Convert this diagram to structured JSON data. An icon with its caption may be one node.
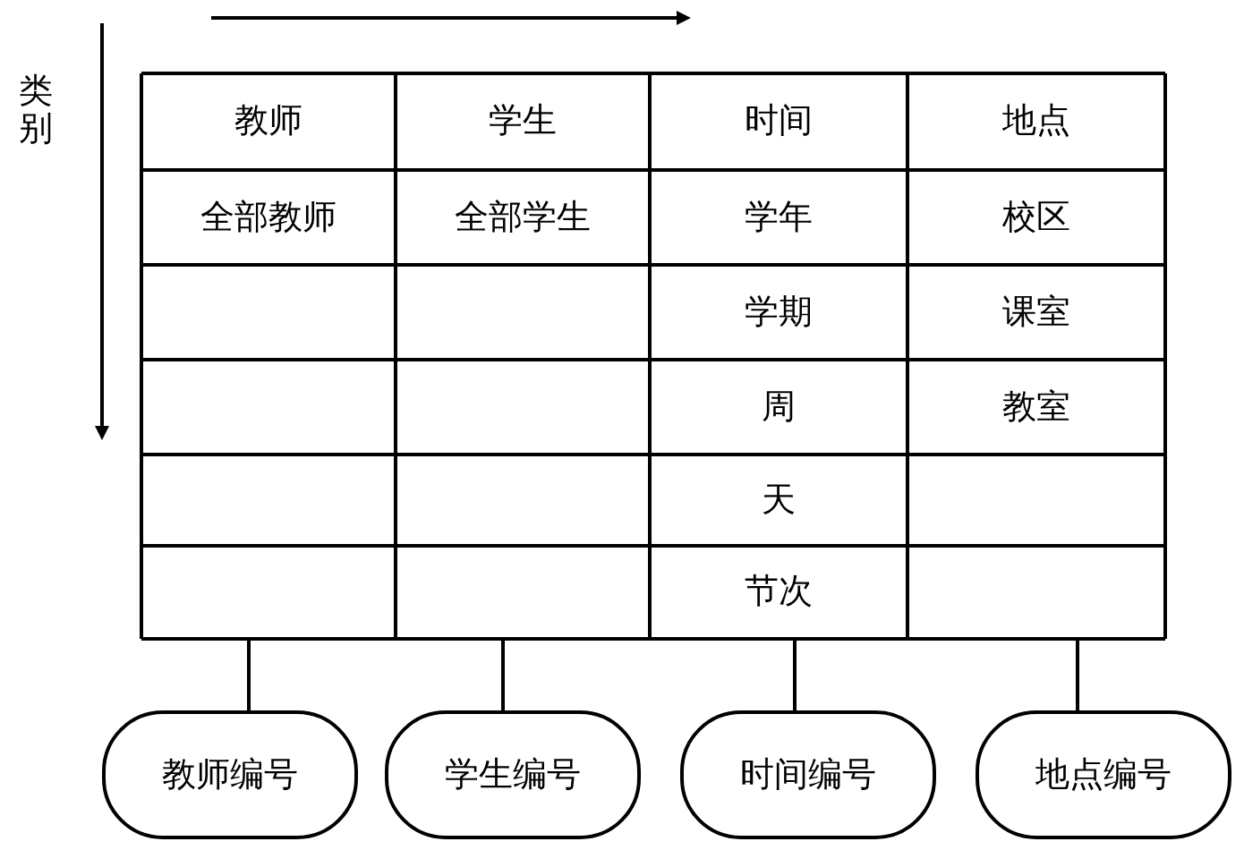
{
  "diagram": {
    "nodes": [
      {
        "text": [
          "教师编号"
        ]
      },
      {
        "text": [
          "学生编号"
        ]
      },
      {
        "text": [
          "时间编号"
        ]
      },
      {
        "text": [
          "地点编号"
        ]
      }
    ],
    "edges": [
      {
        "from": null,
        "to": 0,
        "arrow": "none"
      },
      {
        "from": null,
        "to": 1,
        "arrow": "none"
      },
      {
        "from": null,
        "to": 2,
        "arrow": "none"
      },
      {
        "from": null,
        "to": 3,
        "arrow": "none"
      }
    ],
    "labels": [
      "类别",
      "教师",
      "学生",
      "时间",
      "地点",
      "全部教师",
      "全部学生",
      "学年",
      "校区",
      "学期",
      "课室",
      "周",
      "教室",
      "天",
      "节次"
    ]
  }
}
